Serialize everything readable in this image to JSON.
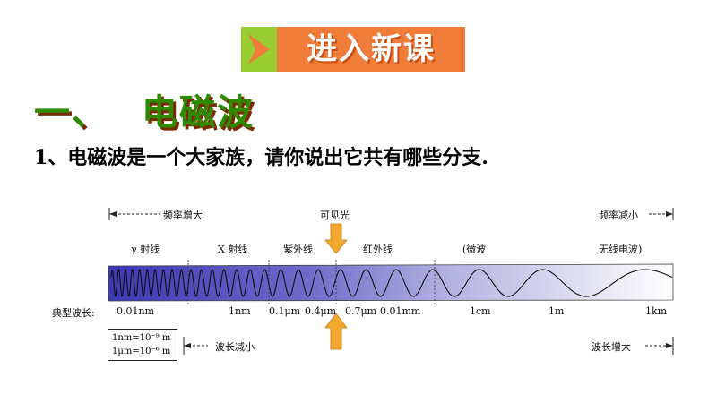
{
  "banner": {
    "title": "进入新课",
    "chevron_icon": "chevron-right-icon",
    "colors": {
      "chevron": "#9acd32",
      "box": "#f07c3a"
    }
  },
  "heading": {
    "number": "一、",
    "title": "电磁波"
  },
  "question": "1、电磁波是一个大家族，请你说出它共有哪些分支.",
  "diagram": {
    "freq_increase": "频率增大",
    "freq_decrease": "频率减小",
    "visible": "可见光",
    "bands": [
      "γ 射线",
      "X 射线",
      "紫外线",
      "红外线",
      "(微波",
      "无线电波)"
    ],
    "typical_label": "典型波长:",
    "wavelengths": [
      "0.01nm",
      "1nm",
      "0.1μm",
      "0.4μm",
      "0.7μm",
      "0.01mm",
      "1cm",
      "1m",
      "1km"
    ],
    "note_line1": "1nm=10⁻⁹ m",
    "note_line2": "1μm=10⁻⁶ m",
    "wave_decrease": "波长减小",
    "wave_increase": "波长增大",
    "arrow_color": "#f2a92f"
  }
}
